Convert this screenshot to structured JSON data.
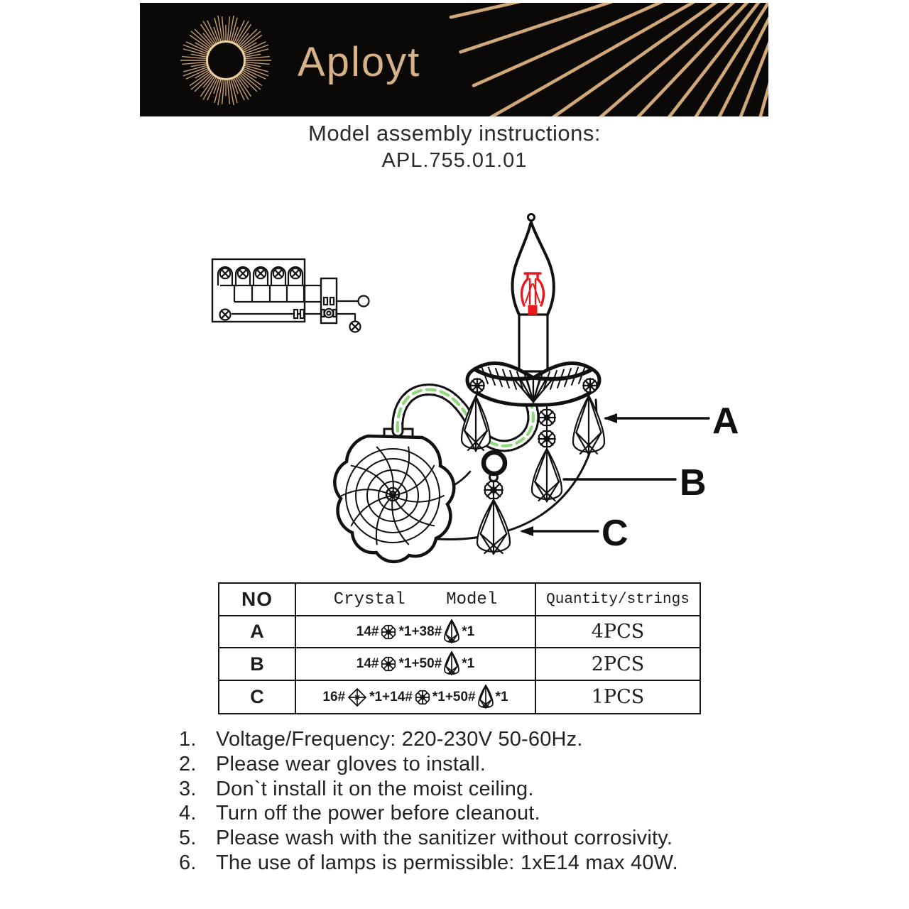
{
  "brand": {
    "name": "Aployt",
    "logo_icon": "sunburst-icon"
  },
  "title": {
    "line1": "Model assembly instructions:",
    "line2": "APL.755.01.01"
  },
  "diagram": {
    "labels": {
      "a": "A",
      "b": "B",
      "c": "C"
    },
    "accent_red": "#e8191d",
    "accent_green": "#8fd879"
  },
  "table": {
    "headers": {
      "no": "NO",
      "crystal": "Crystal    Model",
      "qty": "Quantity/strings"
    },
    "rows": [
      {
        "no": "A",
        "crystal": [
          {
            "text": "14# "
          },
          {
            "icon": "octagon-bead"
          },
          {
            "text": " *1+38# "
          },
          {
            "icon": "teardrop-crystal"
          },
          {
            "text": " *1"
          }
        ],
        "qty": "4PCS"
      },
      {
        "no": "B",
        "crystal": [
          {
            "text": "14# "
          },
          {
            "icon": "octagon-bead"
          },
          {
            "text": " *1+50# "
          },
          {
            "icon": "teardrop-crystal"
          },
          {
            "text": " *1"
          }
        ],
        "qty": "2PCS"
      },
      {
        "no": "C",
        "crystal": [
          {
            "text": "16# "
          },
          {
            "icon": "diamond-crystal"
          },
          {
            "text": " *1+14# "
          },
          {
            "icon": "octagon-bead"
          },
          {
            "text": " *1+50# "
          },
          {
            "icon": "teardrop-crystal"
          },
          {
            "text": " *1"
          }
        ],
        "qty": "1PCS"
      }
    ]
  },
  "instructions": {
    "items": [
      {
        "number": "1.",
        "text": "Voltage/Frequency: 220-230V 50-60Hz."
      },
      {
        "number": "2.",
        "text": "Please wear gloves to install."
      },
      {
        "number": "3.",
        "text": "Don`t install it on the moist ceiling."
      },
      {
        "number": "4.",
        "text": "Turn off the power before cleanout."
      },
      {
        "number": "5.",
        "text": "Please wash with the sanitizer without corrosivity."
      },
      {
        "number": "6.",
        "text": "The use of lamps is permissible: 1xE14 max 40W."
      }
    ]
  },
  "colors": {
    "banner_bg": "#0b0908",
    "gold": "#d2a878",
    "gold_text": "#d6b288"
  }
}
